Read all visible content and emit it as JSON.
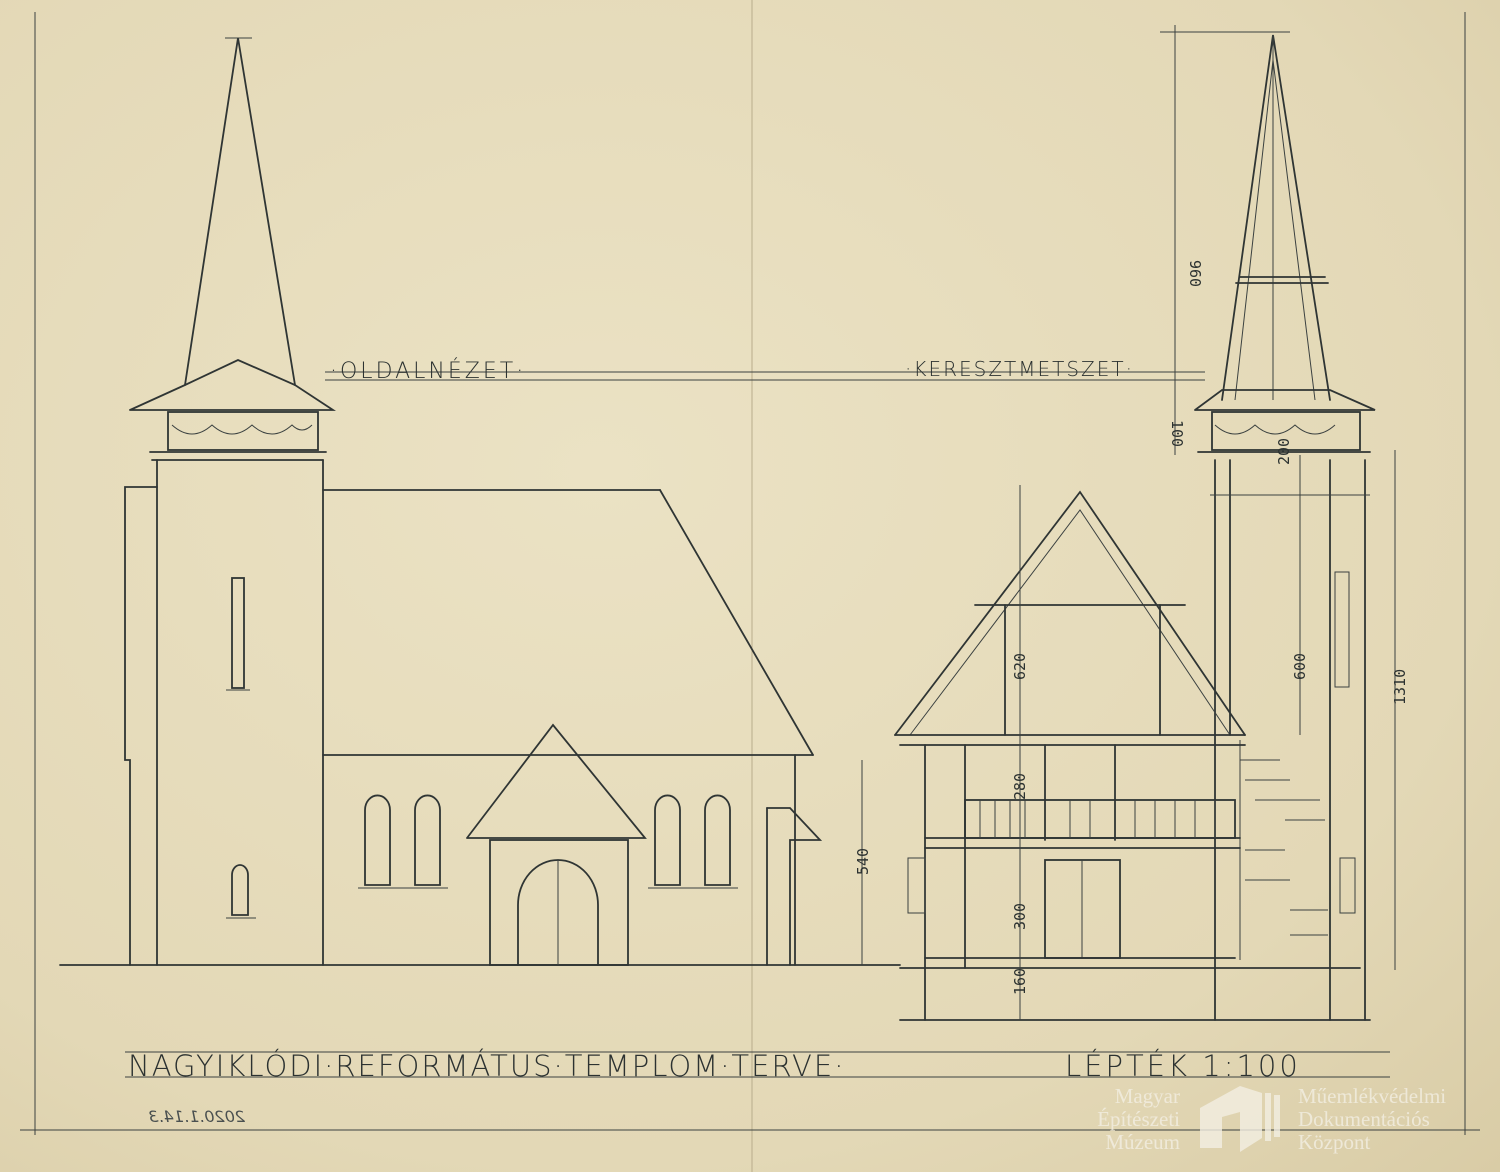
{
  "drawing": {
    "title": "NAGYIKLÓDI·REFORMÁTUS·TEMPLOM·TERVE·",
    "scale": "LÉPTÉK 1:100",
    "view_left_label": "·OLDALNÉZET·",
    "view_right_label": "·KERESZTMETSZET·",
    "dimensions": [
      "960",
      "100",
      "200",
      "600",
      "1310",
      "620",
      "280",
      "540",
      "300",
      "160"
    ],
    "inventory_note": "2020.1.14.3"
  },
  "watermark": {
    "left_lines": [
      "Magyar",
      "Építészeti",
      "Múzeum"
    ],
    "right_lines": [
      "Műemlékvédelmi",
      "Dokumentációs",
      "Központ"
    ]
  },
  "colors": {
    "paper": "#e6dcbc",
    "pencil": "#2f3534"
  }
}
